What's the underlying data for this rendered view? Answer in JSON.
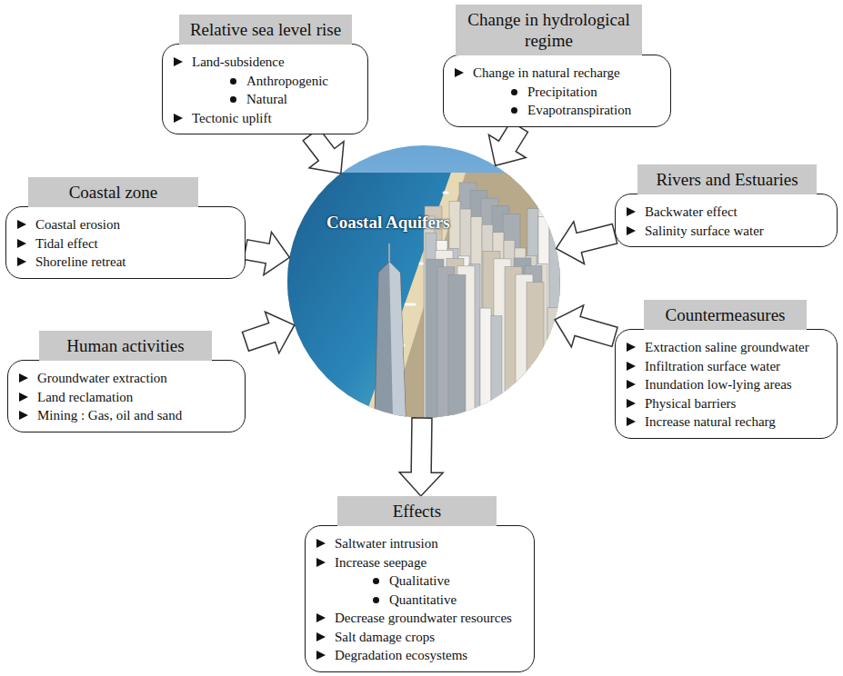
{
  "diagram": {
    "nodes": [
      {
        "text": [
          "Relative sea level rise",
          "Land-subsidence",
          "Anthropogenic",
          "Natural",
          "Tectonic uplift"
        ]
      },
      {
        "text": [
          "Change in hydrological regime",
          "Change in natural recharge",
          "Precipitation",
          "Evapotranspiration"
        ]
      },
      {
        "text": [
          "Coastal zone",
          "Coastal erosion",
          "Tidal effect",
          "Shoreline retreat"
        ]
      },
      {
        "text": [
          "Rivers and Estuaries",
          "Backwater effect",
          "Salinity surface water"
        ]
      },
      {
        "text": [
          "Countermeasures",
          "Extraction saline groundwater",
          "Infiltration surface water",
          "Inundation low-lying areas",
          "Physical barriers",
          "Increase natural recharg"
        ]
      },
      {
        "text": [
          "Human activities",
          "Groundwater extraction",
          "Land reclamation",
          "Mining : Gas, oil and sand"
        ]
      },
      {
        "text": [
          "Coastal Aquifers"
        ]
      },
      {
        "text": [
          "Effects",
          "Saltwater intrusion",
          "Increase seepage",
          "Qualitative",
          "Quantitative",
          "Decrease groundwater resources",
          "Salt damage crops",
          "Degradation ecosystems"
        ]
      }
    ],
    "edges": [
      {
        "from": 0,
        "to": 6,
        "arrow": "to"
      },
      {
        "from": 1,
        "to": 6,
        "arrow": "to"
      },
      {
        "from": 2,
        "to": 6,
        "arrow": "to"
      },
      {
        "from": 3,
        "to": 6,
        "arrow": "to"
      },
      {
        "from": 4,
        "to": 6,
        "arrow": "to"
      },
      {
        "from": 5,
        "to": 6,
        "arrow": "to"
      },
      {
        "from": 6,
        "to": 7,
        "arrow": "to"
      }
    ]
  }
}
